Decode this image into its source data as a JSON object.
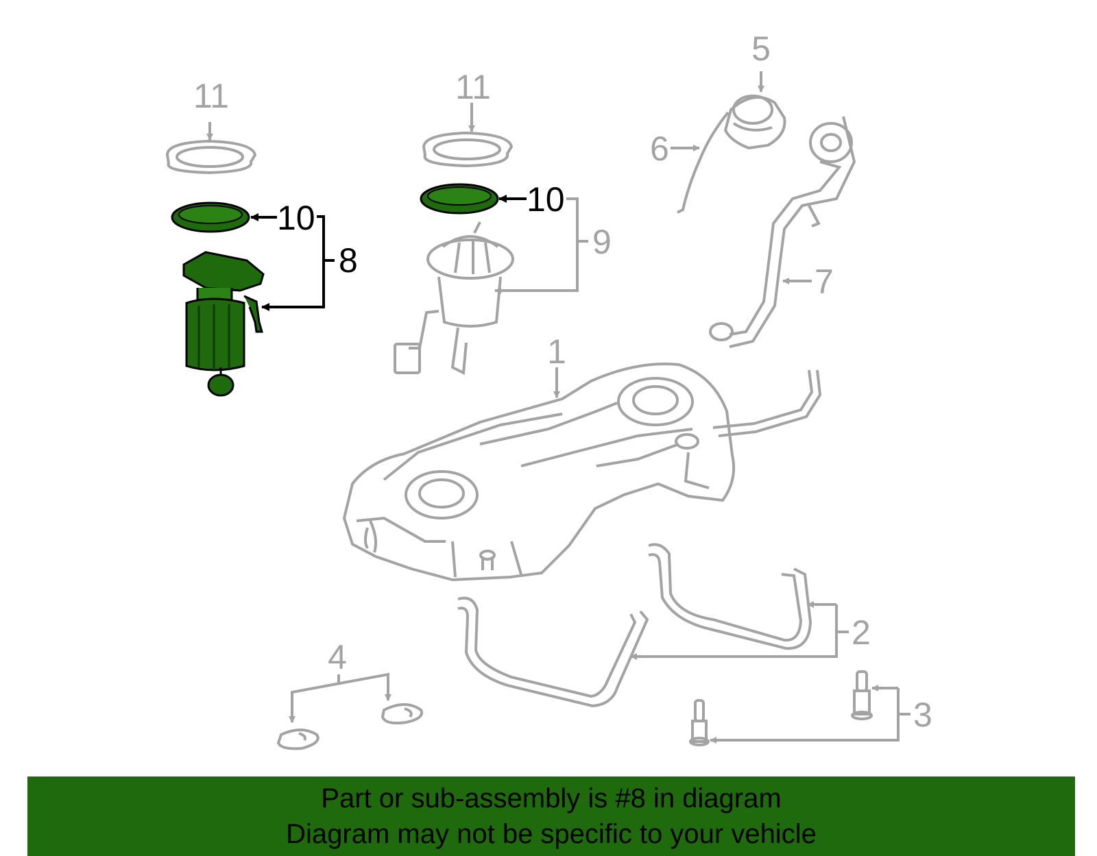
{
  "colors": {
    "highlight": "#1e6a0c",
    "inactive": "#a3a3a3",
    "active_line": "#000000",
    "banner_bg": "#1e6a0c"
  },
  "callouts": {
    "c1": "1",
    "c2": "2",
    "c3": "3",
    "c4": "4",
    "c5": "5",
    "c6": "6",
    "c7": "7",
    "c8": "8",
    "c9": "9",
    "c10a": "10",
    "c10b": "10",
    "c11a": "11",
    "c11b": "11"
  },
  "banner": {
    "line1": "Part or sub-assembly is #8 in diagram",
    "line2": "Diagram may not be specific to your vehicle"
  }
}
